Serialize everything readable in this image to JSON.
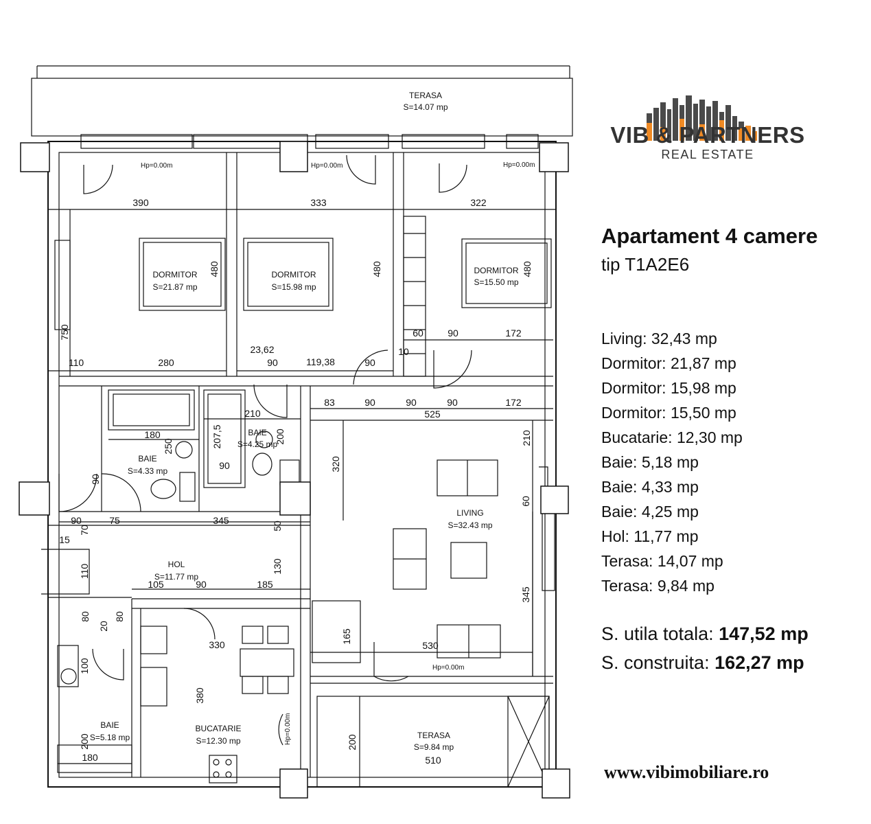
{
  "brand": {
    "name": "VIB & PARTNERS",
    "subtitle": "REAL ESTATE",
    "colors": {
      "gray": "#4a4a4a",
      "orange": "#f08a24"
    },
    "website": "www.vibimobiliare.ro"
  },
  "apartment": {
    "title": "Apartament 4 camere",
    "type": "tip T1A2E6"
  },
  "areas": [
    {
      "label": "Living: 32,43 mp"
    },
    {
      "label": "Dormitor: 21,87 mp"
    },
    {
      "label": "Dormitor: 15,98 mp"
    },
    {
      "label": "Dormitor: 15,50 mp"
    },
    {
      "label": "Bucatarie: 12,30 mp"
    },
    {
      "label": "Baie: 5,18 mp"
    },
    {
      "label": "Baie: 4,33 mp"
    },
    {
      "label": "Baie: 4,25 mp"
    },
    {
      "label": "Hol: 11,77 mp"
    },
    {
      "label": "Terasa: 14,07 mp"
    },
    {
      "label": "Terasa: 9,84 mp"
    }
  ],
  "totals": {
    "useful_label": "S. utila totala: ",
    "useful_value": "147,52 mp",
    "built_label": "S. construita: ",
    "built_value": "162,27 mp"
  },
  "plan": {
    "rooms": [
      {
        "name": "TERASA",
        "area": "S=14.07 mp"
      },
      {
        "name": "DORMITOR",
        "area": "S=21.87 mp"
      },
      {
        "name": "DORMITOR",
        "area": "S=15.98 mp"
      },
      {
        "name": "DORMITOR",
        "area": "S=15.50 mp"
      },
      {
        "name": "BAIE",
        "area": "S=4.33 mp"
      },
      {
        "name": "BAIE",
        "area": "S=4.25 mp"
      },
      {
        "name": "LIVING",
        "area": "S=32.43 mp"
      },
      {
        "name": "HOL",
        "area": "S=11.77 mp"
      },
      {
        "name": "BUCATARIE",
        "area": "S=12.30 mp"
      },
      {
        "name": "BAIE",
        "area": "S=5.18 mp"
      },
      {
        "name": "TERASA",
        "area": "S=9.84 mp"
      }
    ],
    "hp_label": "Hp=0.00m",
    "dims": [
      "390",
      "333",
      "322",
      "480",
      "480",
      "480",
      "750",
      "110",
      "280",
      "23,62",
      "90",
      "119,38",
      "90",
      "10",
      "60",
      "90",
      "172",
      "83",
      "90",
      "90",
      "90",
      "172",
      "525",
      "210",
      "180",
      "250",
      "207,5",
      "200",
      "320",
      "210",
      "90",
      "90",
      "90",
      "75",
      "345",
      "50",
      "15",
      "70",
      "60",
      "110",
      "130",
      "105",
      "90",
      "185",
      "80",
      "80",
      "20",
      "100",
      "330",
      "165",
      "530",
      "380",
      "345",
      "200",
      "180",
      "200",
      "510"
    ]
  }
}
